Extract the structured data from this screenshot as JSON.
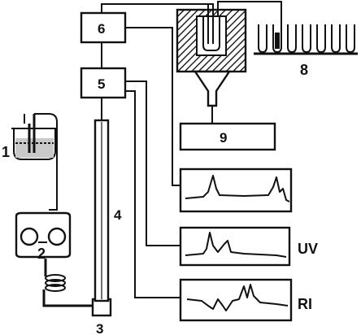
{
  "labels": {
    "reservoir": "1",
    "pump": "2",
    "injector": "3",
    "column": "4",
    "detector_5": "5",
    "detector_6": "6",
    "fraction_collector": "8",
    "detector_9": "9",
    "uv": "UV",
    "ri": "RI"
  },
  "colors": {
    "ink": "#111111",
    "paper": "#ffffff",
    "hatch": "#222222"
  }
}
